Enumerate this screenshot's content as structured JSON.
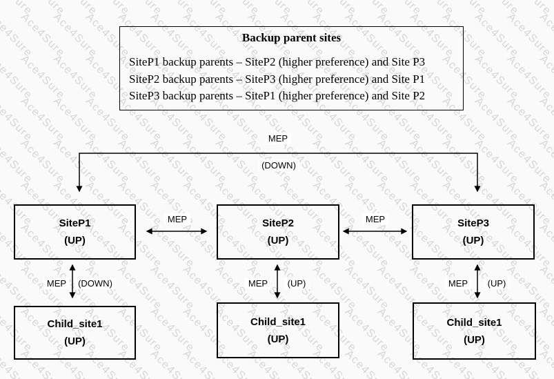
{
  "watermark": {
    "text": "Ace4Sure",
    "color": "#d7d7db"
  },
  "info_box": {
    "title": "Backup parent sites",
    "lines": [
      "SiteP1 backup parents – SiteP2 (higher preference) and Site P3",
      "SiteP2 backup parents – SiteP3 (higher preference) and Site P1",
      "SiteP3 backup parents – SiteP1 (higher preference) and Site P2"
    ]
  },
  "top_link": {
    "label": "MEP",
    "status": "(DOWN)"
  },
  "parent_sites": [
    {
      "name": "SiteP1",
      "status": "(UP)"
    },
    {
      "name": "SiteP2",
      "status": "(UP)"
    },
    {
      "name": "SiteP3",
      "status": "(UP)"
    }
  ],
  "peer_links": [
    {
      "label": "MEP"
    },
    {
      "label": "MEP"
    }
  ],
  "child_links": [
    {
      "label": "MEP",
      "status": "(DOWN)"
    },
    {
      "label": "MEP",
      "status": "(UP)"
    },
    {
      "label": "MEP",
      "status": "(UP)"
    }
  ],
  "child_sites": [
    {
      "name": "Child_site1",
      "status": "(UP)"
    },
    {
      "name": "Child_site1",
      "status": "(UP)"
    },
    {
      "name": "Child_site1",
      "status": "(UP)"
    }
  ],
  "colors": {
    "line": "#000000",
    "background": "#fafafa",
    "watermark": "#d7d7db",
    "label_background": "#ffffff"
  }
}
